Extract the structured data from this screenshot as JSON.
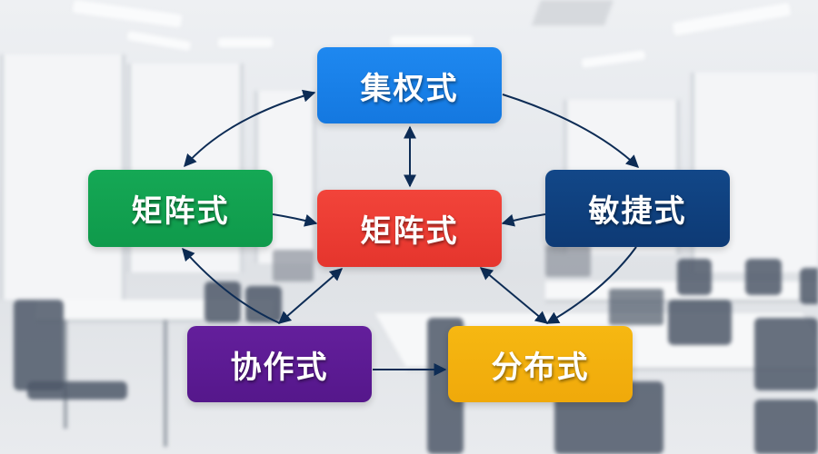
{
  "diagram": {
    "title": "",
    "nodes": [
      {
        "id": "top",
        "label": "集权式",
        "color": "#1a7fe8"
      },
      {
        "id": "left",
        "label": "矩阵式",
        "color": "#12a150"
      },
      {
        "id": "center",
        "label": "矩阵式",
        "color": "#ef3b33"
      },
      {
        "id": "right",
        "label": "敏捷式",
        "color": "#0f3f80"
      },
      {
        "id": "bottom_left",
        "label": "协作式",
        "color": "#5b1a93"
      },
      {
        "id": "bottom_right",
        "label": "分布式",
        "color": "#f4b00e"
      }
    ],
    "edges": [
      {
        "from": "top",
        "to": "left",
        "direction": "both"
      },
      {
        "from": "top",
        "to": "right",
        "direction": "forward"
      },
      {
        "from": "top",
        "to": "center",
        "direction": "both"
      },
      {
        "from": "left",
        "to": "center",
        "direction": "forward"
      },
      {
        "from": "right",
        "to": "center",
        "direction": "forward"
      },
      {
        "from": "bottom_left",
        "to": "left",
        "direction": "forward"
      },
      {
        "from": "center",
        "to": "bottom_left",
        "direction": "both"
      },
      {
        "from": "center",
        "to": "bottom_right",
        "direction": "both"
      },
      {
        "from": "right",
        "to": "bottom_right",
        "direction": "forward"
      },
      {
        "from": "bottom_left",
        "to": "bottom_right",
        "direction": "forward"
      }
    ],
    "arrow_color": "#0d2c55",
    "background": "blurred office meeting room"
  }
}
